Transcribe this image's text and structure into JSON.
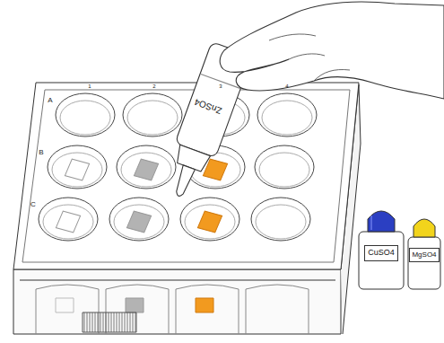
{
  "diagram": {
    "nodes": [
      {
        "text": [
          "ZnSO4"
        ]
      },
      {
        "text": [
          "CuSO4"
        ]
      },
      {
        "text": [
          "MgSO4"
        ]
      }
    ],
    "labels": [
      "1",
      "2",
      "3",
      "4",
      "A",
      "B",
      "C"
    ]
  }
}
